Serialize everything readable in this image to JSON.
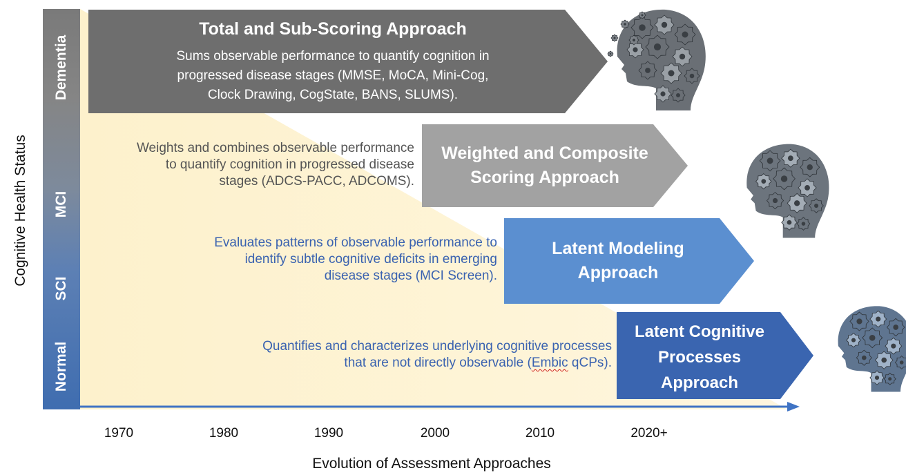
{
  "axis": {
    "y_title": "Cognitive Health Status",
    "x_title": "Evolution of Assessment Approaches",
    "stages": [
      "Dementia",
      "MCI",
      "SCI",
      "Normal"
    ],
    "decades": [
      "1970",
      "1980",
      "1990",
      "2000",
      "2010",
      "2020+"
    ]
  },
  "approaches": [
    {
      "title": "Total and Sub-Scoring Approach",
      "description_lines": [
        "Sums observable performance to quantify cognition in",
        "progressed disease stages (MMSE, MoCA, Mini-Cog,",
        "Clock Drawing, CogState, BANS, SLUMS)."
      ],
      "color": "#6e6e6e"
    },
    {
      "title_lines": [
        "Weighted and Composite",
        "Scoring Approach"
      ],
      "description_lines": [
        "Weights and combines observable performance",
        "to quantify cognition in progressed disease",
        "stages (ADCS-PACC, ADCOMS)."
      ],
      "color": "#a2a2a2",
      "text_color": "#555555"
    },
    {
      "title_lines": [
        "Latent Modeling",
        "Approach"
      ],
      "description_lines": [
        "Evaluates patterns of observable performance to",
        "identify subtle cognitive deficits in emerging",
        "disease stages (MCI Screen)."
      ],
      "color": "#5b8fd0",
      "text_color": "#3a62b0"
    },
    {
      "title_lines": [
        "Latent Cognitive",
        "Processes",
        "Approach"
      ],
      "description_lines": [
        "Quantifies and characterizes underlying cognitive processes",
        "that are not directly observable (",
        "Embic",
        " qCPs)."
      ],
      "color": "#3a65b0",
      "text_color": "#3a62b0"
    }
  ],
  "colors": {
    "background_wedge": "#fdf3d2",
    "axis_arrow": "#3f73c4"
  },
  "icons": [
    "gear-head-icon-dementia",
    "gear-head-icon-mci",
    "gear-head-icon-normal"
  ]
}
